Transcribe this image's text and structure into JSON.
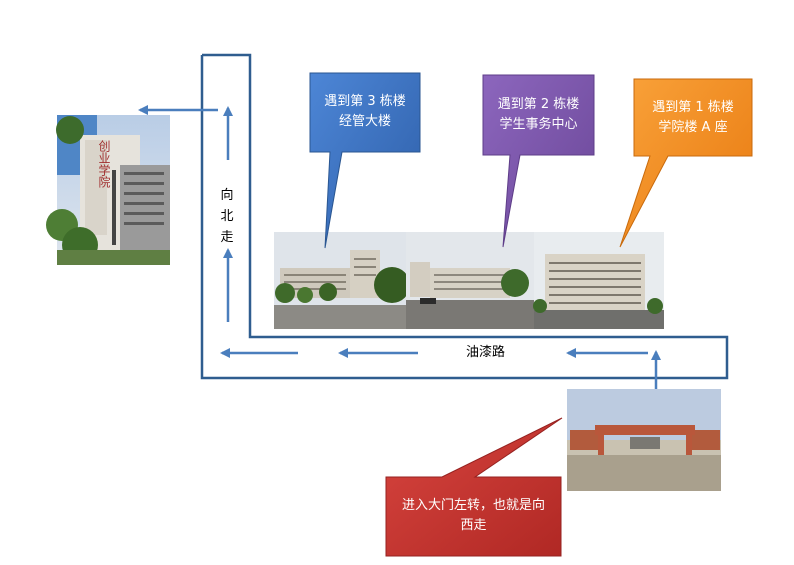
{
  "callouts": {
    "building3": {
      "text": "遇到第 3 栋楼\n经管大楼",
      "color": "#3f73c0"
    },
    "building2": {
      "text": "遇到第 2 栋楼\n学生事务中心",
      "color": "#7a55a8"
    },
    "building1": {
      "text": "遇到第 1 栋楼\n学院楼 A 座",
      "color": "#f08a1c"
    },
    "gate": {
      "text": "进入大门左转，也就是向\n西走",
      "color": "#c0302c"
    }
  },
  "labels": {
    "road": "油漆路",
    "north": "向\n北\n走"
  },
  "photo_text": {
    "school_sign": "创业学院"
  },
  "colors": {
    "route_line": "#2f5d8f",
    "arrow": "#4a7ebd"
  }
}
